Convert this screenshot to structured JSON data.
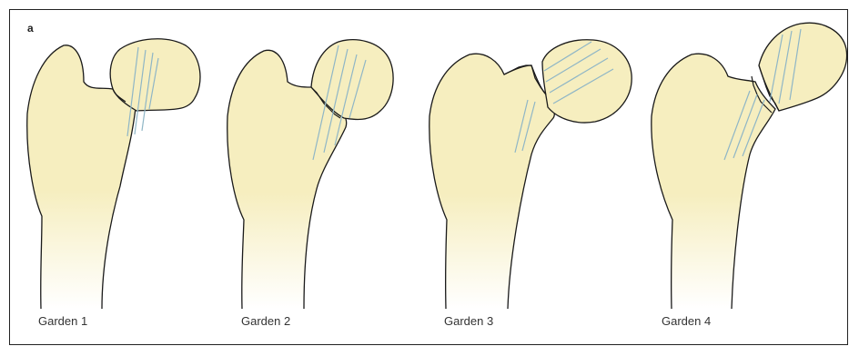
{
  "panel_label": "a",
  "captions": [
    "Garden 1",
    "Garden 2",
    "Garden 3",
    "Garden 4"
  ],
  "colors": {
    "bone_fill": "#f6eebf",
    "shaft_fade": "#ffffff",
    "outline": "#1a1a1a",
    "trabecular_lines": "#8fb6c6"
  }
}
